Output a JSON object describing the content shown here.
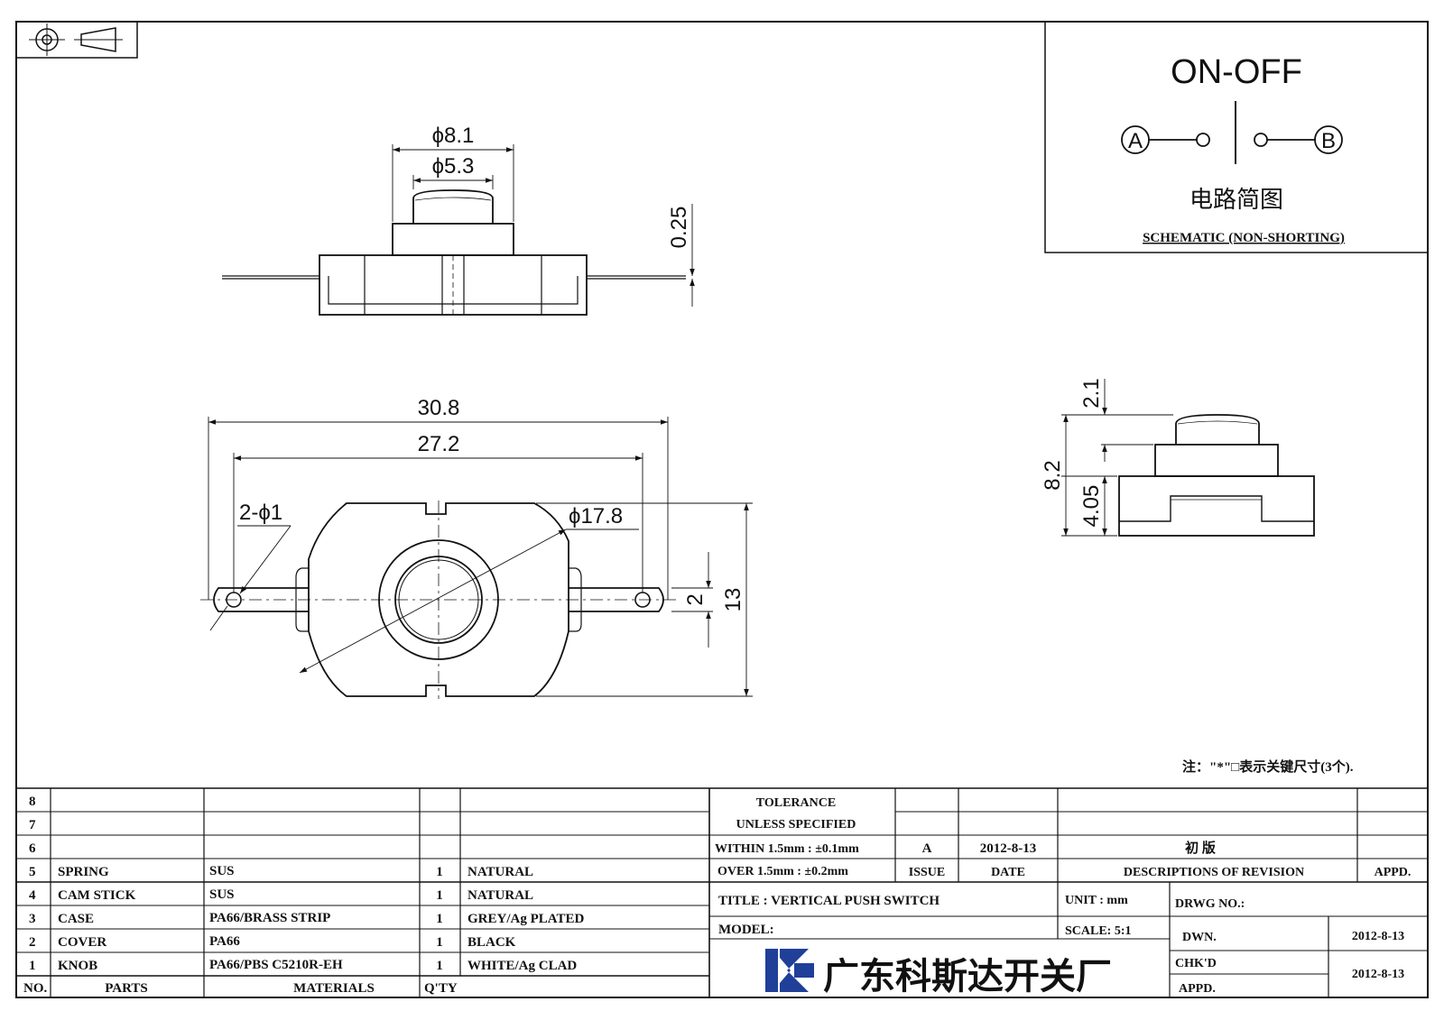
{
  "schematic": {
    "title": "ON-OFF",
    "terminal_a": "A",
    "terminal_b": "B",
    "caption_cn": "电路简图",
    "caption_en": "SCHEMATIC (NON-SHORTING)"
  },
  "dimensions": {
    "top_outer_dia": "ϕ8.1",
    "top_inner_dia": "ϕ5.3",
    "terminal_thickness": "0.25",
    "overall_length": "30.8",
    "hole_pitch": "27.2",
    "holes": "2-ϕ1",
    "body_dia": "ϕ17.8",
    "terminal_width": "2",
    "body_height": "13",
    "knob_height": "2.1",
    "total_height": "8.2",
    "base_height": "4.05"
  },
  "note": "注：\"*\"□表示关键尺寸(3个).",
  "bom": {
    "headers": {
      "no": "NO.",
      "parts": "PARTS",
      "materials": "MATERIALS",
      "qty": "Q'TY"
    },
    "rows": [
      {
        "no": "8",
        "part": "",
        "material": "",
        "qty": "",
        "finish": ""
      },
      {
        "no": "7",
        "part": "",
        "material": "",
        "qty": "",
        "finish": ""
      },
      {
        "no": "6",
        "part": "",
        "material": "",
        "qty": "",
        "finish": ""
      },
      {
        "no": "5",
        "part": "SPRING",
        "material": "SUS",
        "qty": "1",
        "finish": "NATURAL"
      },
      {
        "no": "4",
        "part": "CAM STICK",
        "material": "SUS",
        "qty": "1",
        "finish": "NATURAL"
      },
      {
        "no": "3",
        "part": "CASE",
        "material": "PA66/BRASS STRIP",
        "qty": "1",
        "finish": "GREY/Ag PLATED"
      },
      {
        "no": "2",
        "part": "COVER",
        "material": "PA66",
        "qty": "1",
        "finish": "BLACK"
      },
      {
        "no": "1",
        "part": "KNOB",
        "material": "PA66/PBS C5210R-EH",
        "qty": "1",
        "finish": "WHITE/Ag CLAD"
      }
    ]
  },
  "tolerance": {
    "line1": "TOLERANCE",
    "line2": "UNLESS  SPECIFIED",
    "line3": "WITHIN 1.5mm : ±0.1mm",
    "line4": "OVER 1.5mm : ±0.2mm"
  },
  "revision": {
    "issue": "A",
    "date": "2012-8-13",
    "description": "初 版",
    "h_issue": "ISSUE",
    "h_date": "DATE",
    "h_desc": "DESCRIPTIONS OF REVISION",
    "h_appd": "APPD."
  },
  "title_block": {
    "title": "TITLE :  VERTICAL PUSH SWITCH",
    "model": "MODEL:",
    "unit": "UNIT :  mm",
    "scale": "SCALE:  5:1",
    "drwg_no": "DRWG NO.:",
    "dwn": "DWN.",
    "dwn_date": "2012-8-13",
    "chkd": "CHK'D",
    "chkd_date": "2012-8-13",
    "appd": "APPD.",
    "company": "广东科斯达开关厂",
    "logo_color": "#1f3f99"
  }
}
